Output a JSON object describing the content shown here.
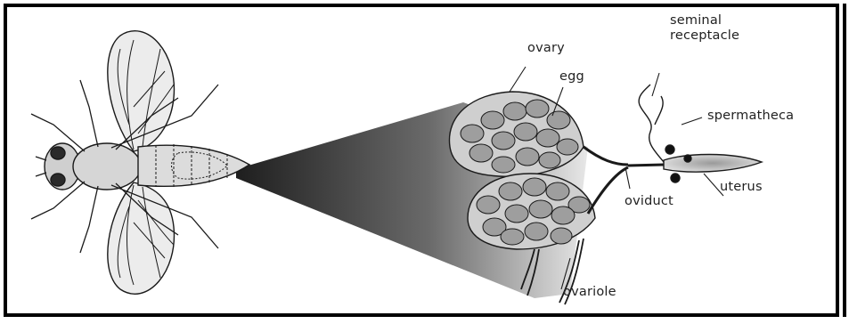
{
  "labels": {
    "ovary": "ovary",
    "egg": "egg",
    "seminal_receptacle_line1": "seminal",
    "seminal_receptacle_line2": "receptacle",
    "spermatheca": "spermatheca",
    "uterus": "uterus",
    "oviduct": "oviduct",
    "ovariole": "ovariole"
  },
  "colors": {
    "ink": "#1a1a1a",
    "tissue": "#d8d8d8",
    "frame": "#000000"
  }
}
